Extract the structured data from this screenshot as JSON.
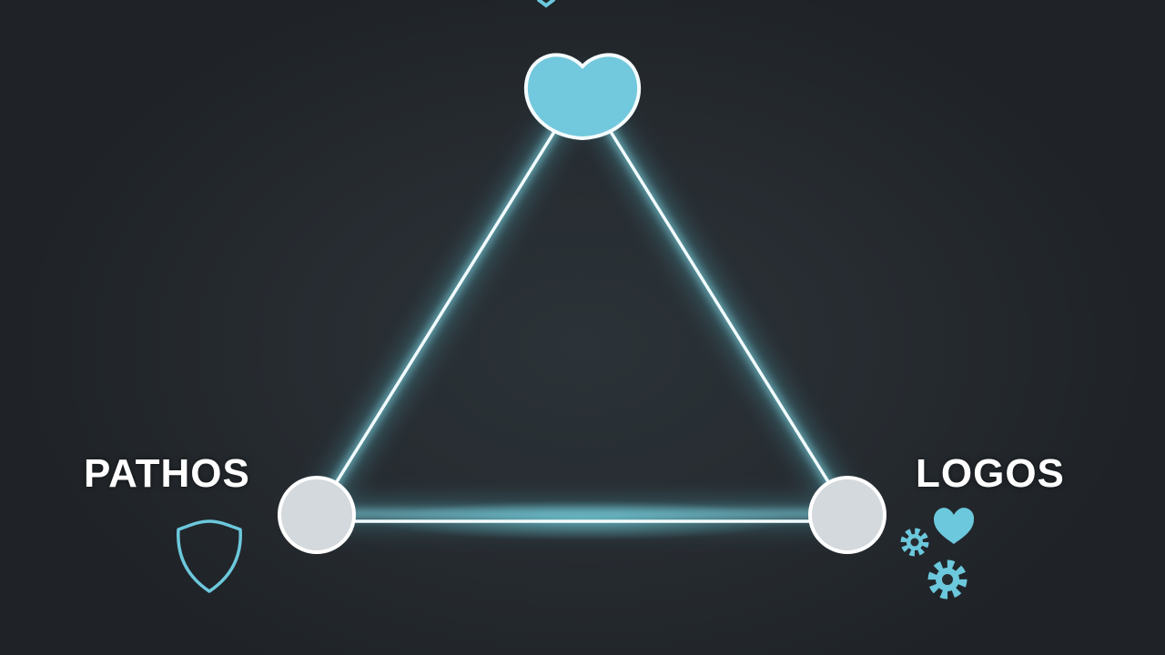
{
  "diagram": {
    "nodes": [
      {
        "id": "top",
        "label": "",
        "icon": "heart-icon"
      },
      {
        "id": "left",
        "label": "PATHOS",
        "icon": "shield-icon"
      },
      {
        "id": "right",
        "label": "LOGOS",
        "icon": "gears-heart-icon"
      }
    ],
    "edges": [
      {
        "from": "top",
        "to": "left"
      },
      {
        "from": "top",
        "to": "right"
      },
      {
        "from": "left",
        "to": "right"
      }
    ]
  },
  "colors": {
    "background": "#24282d",
    "glow": "#5fd3e8",
    "accent": "#6cc8dc",
    "node_fill": "#d3d9dc",
    "line": "#f2fbfd"
  }
}
